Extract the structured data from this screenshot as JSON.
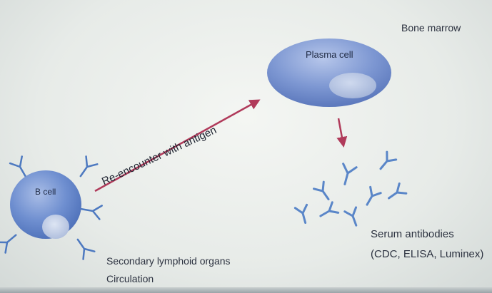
{
  "labels": {
    "bone_marrow": "Bone marrow",
    "plasma_cell": "Plasma cell",
    "b_cell": "B cell",
    "arrow_label": "Re-encounter with antigen",
    "serum_antibodies": "Serum antibodies",
    "assays": "(CDC, ELISA, Luminex)",
    "secondary_lymphoid": "Secondary lymphoid organs",
    "circulation": "Circulation"
  },
  "colors": {
    "cell_fill": "#6f8fd0",
    "cell_nucleus": "#c3cfe6",
    "antibody": "#5a86c8",
    "arrow": "#b03a5a"
  },
  "icons": {
    "b_cell": "b-cell-icon",
    "plasma_cell": "plasma-cell-icon",
    "antibody": "antibody-icon"
  }
}
